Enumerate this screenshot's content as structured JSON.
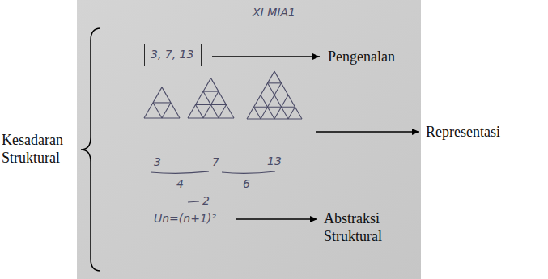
{
  "diagram": {
    "nodes": [
      {
        "text": [
          "3, 7, 13"
        ]
      }
    ],
    "labels": [
      "XI MIA1",
      "Pengenalan",
      "Representasi",
      "Kesadaran Struktural",
      "3",
      "7",
      "13",
      "4",
      "6",
      "2",
      "Un=(n+1)²",
      "Abstraksi Struktural"
    ]
  }
}
